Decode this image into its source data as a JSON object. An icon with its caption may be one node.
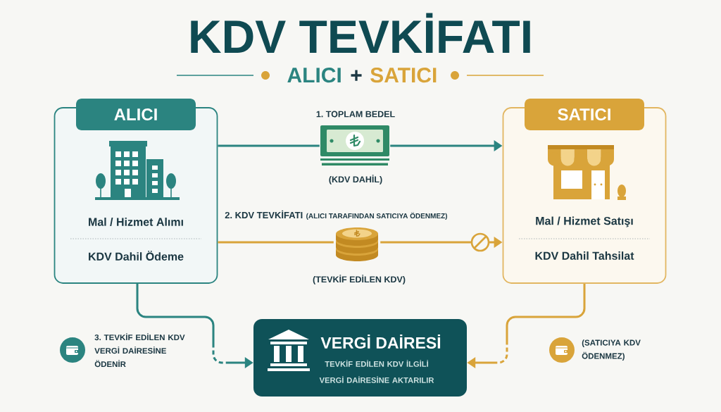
{
  "diagram": {
    "title": "KDV TEVKİFATI",
    "nodes": [
      {
        "text": [
          "ALICI",
          "Mal / Hizmet Alımı",
          "KDV Dahil Ödeme"
        ]
      },
      {
        "text": [],
        "shape": "picture",
        "beside": [
          "1. TOPLAM BEDEL",
          "(KDV DAHİL)"
        ]
      },
      {
        "text": [
          "SATICI",
          "Mal / Hizmet Satışı",
          "KDV Dahil Tahsilat"
        ]
      },
      {
        "text": [],
        "shape": "picture",
        "beside": [
          "2. KDV TEVKİFATI",
          "(ALICI TARAFINDAN SATICIYA ÖDENMEZ)",
          "(TEVKİF EDİLEN KDV)"
        ]
      },
      {
        "text": [
          "VERGİ DAİRESİ",
          "TEVKİF EDİLEN KDV İLGİLİ VERGİ DAİRESİNE AKTARILIR"
        ]
      }
    ],
    "edges": [
      {
        "from": 0,
        "to": 1,
        "arrow": "none"
      },
      {
        "from": 1,
        "to": 2,
        "arrow": "to"
      },
      {
        "from": 0,
        "to": 3,
        "arrow": "none",
        "color": "#d9a43a"
      },
      {
        "from": 3,
        "to": 2,
        "arrow": "to",
        "color": "#d9a43a"
      },
      {
        "from": 0,
        "to": 4,
        "arrow": "to",
        "style": "dashed"
      },
      {
        "from": 2,
        "to": 4,
        "arrow": "to",
        "style": "dashed",
        "color": "#d9a43a"
      }
    ],
    "labels": [
      "ALICI",
      "+",
      "SATICI",
      "3. TEVKİF EDİLEN KDV VERGİ DAİRESİNE ÖDENİR",
      "(SATICIYA KDV ÖDENMEZ)"
    ]
  }
}
